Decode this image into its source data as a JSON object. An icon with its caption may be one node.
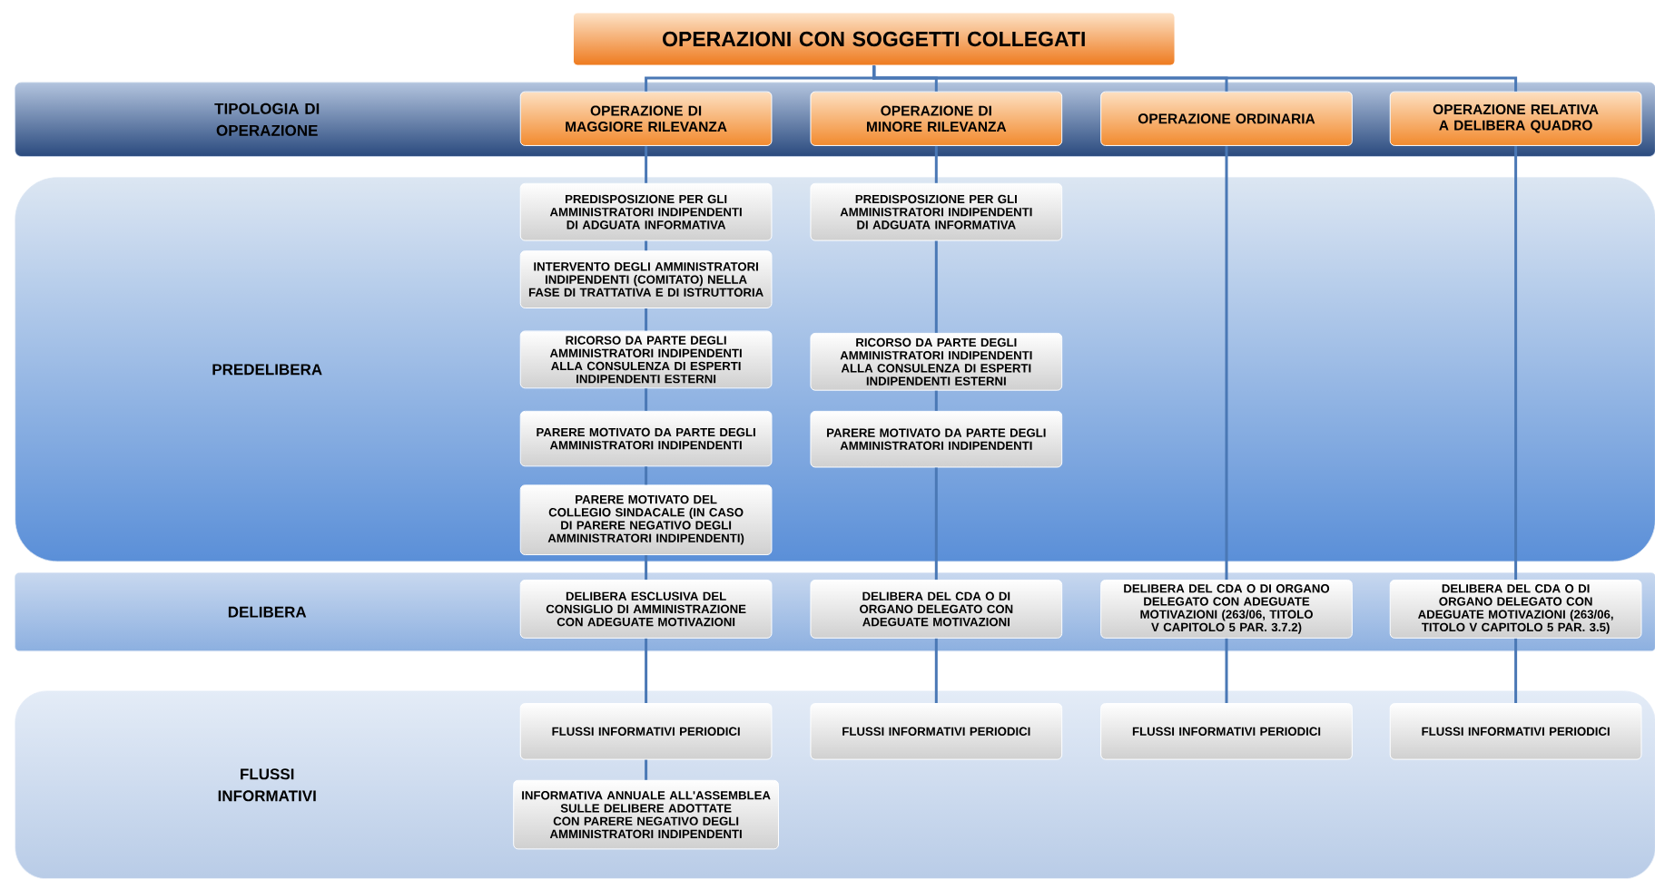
{
  "diagram": {
    "nodes": [
      {
        "text": [
          "OPERAZIONI CON SOGGETTI COLLEGATI"
        ]
      },
      {
        "text": [
          "TIPOLOGIA DI OPERAZIONE"
        ]
      },
      {
        "text": [
          "OPERAZIONE DI MAGGIORE RILEVANZA"
        ],
        "in": 1
      },
      {
        "text": [
          "OPERAZIONE DI MINORE RILEVANZA"
        ],
        "in": 1
      },
      {
        "text": [
          "OPERAZIONE ORDINARIA"
        ],
        "in": 1
      },
      {
        "text": [
          "OPERAZIONE RELATIVA A DELIBERA QUADRO"
        ],
        "in": 1
      },
      {
        "text": [
          "PREDELIBERA"
        ]
      },
      {
        "text": [
          "PREDISPOSIZIONE PER GLI AMMINISTRATORI INDIPENDENTI DI ADGUATA INFORMATIVA"
        ],
        "in": 6
      },
      {
        "text": [
          "INTERVENTO DEGLI AMMINISTRATORI INDIPENDENTI (COMITATO) NELLA FASE DI TRATTATIVA E DI ISTRUTTORIA"
        ],
        "in": 6
      },
      {
        "text": [
          "RICORSO DA PARTE DEGLI AMMINISTRATORI INDIPENDENTI ALLA CONSULENZA DI ESPERTI INDIPENDENTI ESTERNI"
        ],
        "in": 6
      },
      {
        "text": [
          "PARERE MOTIVATO DA PARTE DEGLI AMMINISTRATORI INDIPENDENTI"
        ],
        "in": 6
      },
      {
        "text": [
          "PARERE MOTIVATO DEL COLLEGIO SINDACALE (IN CASO DI PARERE NEGATIVO DEGLI AMMINISTRATORI INDIPENDENTI)"
        ],
        "in": 6
      },
      {
        "text": [
          "PREDISPOSIZIONE PER GLI AMMINISTRATORI INDIPENDENTI DI ADGUATA INFORMATIVA"
        ],
        "in": 6
      },
      {
        "text": [
          "RICORSO DA PARTE DEGLI AMMINISTRATORI INDIPENDENTI ALLA CONSULENZA DI ESPERTI INDIPENDENTI ESTERNI"
        ],
        "in": 6
      },
      {
        "text": [
          "PARERE MOTIVATO DA PARTE DEGLI AMMINISTRATORI INDIPENDENTI"
        ],
        "in": 6
      },
      {
        "text": [
          "DELIBERA"
        ]
      },
      {
        "text": [
          "DELIBERA ESCLUSIVA DEL CONSIGLIO DI AMMINISTRAZIONE CON ADEGUATE MOTIVAZIONI"
        ],
        "in": 15
      },
      {
        "text": [
          "DELIBERA DEL CDA O DI ORGANO DELEGATO CON ADEGUATE MOTIVAZIONI"
        ],
        "in": 15
      },
      {
        "text": [
          "DELIBERA DEL CDA O DI ORGANO DELEGATO CON ADEGUATE MOTIVAZIONI (263/06, TITOLO V CAPITOLO 5 PAR. 3.7.2)"
        ],
        "in": 15
      },
      {
        "text": [
          "DELIBERA DEL CDA O DI ORGANO DELEGATO CON ADEGUATE MOTIVAZIONI (263/06, TITOLO V CAPITOLO 5 PAR. 3.5)"
        ],
        "in": 15
      },
      {
        "text": [
          "FLUSSI INFORMATIVI"
        ]
      },
      {
        "text": [
          "FLUSSI INFORMATIVI PERIODICI"
        ],
        "in": 20
      },
      {
        "text": [
          "INFORMATIVA ANNUALE ALL'ASSEMBLEA SULLE DELIBERE ADOTTATE CON PARERE NEGATIVO DEGLI AMMINISTRATORI INDIPENDENTI"
        ],
        "in": 20
      },
      {
        "text": [
          "FLUSSI INFORMATIVI PERIODICI"
        ],
        "in": 20
      },
      {
        "text": [
          "FLUSSI INFORMATIVI PERIODICI"
        ],
        "in": 20
      },
      {
        "text": [
          "FLUSSI INFORMATIVI PERIODICI"
        ],
        "in": 20
      }
    ],
    "edges": [
      {
        "from": 0,
        "to": 2,
        "arrow": "none"
      },
      {
        "from": 0,
        "to": 3,
        "arrow": "none"
      },
      {
        "from": 0,
        "to": 4,
        "arrow": "none"
      },
      {
        "from": 0,
        "to": 5,
        "arrow": "none"
      },
      {
        "from": 2,
        "to": 7,
        "arrow": "none"
      },
      {
        "from": 7,
        "to": 8,
        "arrow": "none"
      },
      {
        "from": 8,
        "to": 9,
        "arrow": "none"
      },
      {
        "from": 9,
        "to": 10,
        "arrow": "none"
      },
      {
        "from": 10,
        "to": 11,
        "arrow": "none"
      },
      {
        "from": 11,
        "to": 16,
        "arrow": "none"
      },
      {
        "from": 16,
        "to": 21,
        "arrow": "none"
      },
      {
        "from": 21,
        "to": 22,
        "arrow": "none"
      },
      {
        "from": 3,
        "to": 12,
        "arrow": "none"
      },
      {
        "from": 12,
        "to": 13,
        "arrow": "none"
      },
      {
        "from": 13,
        "to": 14,
        "arrow": "none"
      },
      {
        "from": 14,
        "to": 17,
        "arrow": "none"
      },
      {
        "from": 17,
        "to": 23,
        "arrow": "none"
      },
      {
        "from": 4,
        "to": 18,
        "arrow": "none"
      },
      {
        "from": 18,
        "to": 24,
        "arrow": "none"
      },
      {
        "from": 5,
        "to": 19,
        "arrow": "none"
      },
      {
        "from": 19,
        "to": 25,
        "arrow": "none"
      }
    ]
  }
}
